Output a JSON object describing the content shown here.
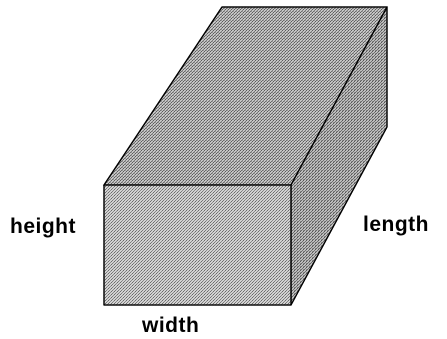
{
  "labels": {
    "height": "height",
    "length": "length",
    "width": "width"
  },
  "colors": {
    "background": "#ffffff",
    "edge": "#000000",
    "front_face": "#b8b8b8",
    "top_face": "#a8a8a8",
    "side_face": "#a0a0a0"
  }
}
